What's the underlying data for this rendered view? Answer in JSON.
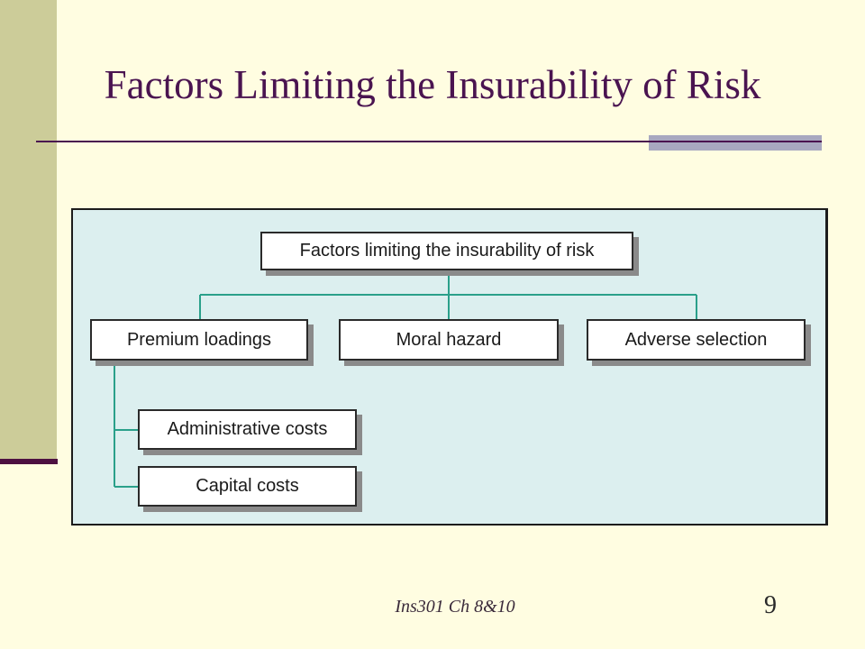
{
  "slide": {
    "title": "Factors Limiting the Insurability of Risk",
    "footer": "Ins301 Ch 8&10",
    "page_number": "9"
  },
  "diagram": {
    "root": "Factors limiting the insurability of risk",
    "children": [
      "Premium loadings",
      "Moral hazard",
      "Adverse selection"
    ],
    "premium_loadings_children": [
      "Administrative costs",
      "Capital costs"
    ]
  },
  "colors": {
    "background": "#fffde1",
    "title": "#4a1450",
    "sidebar": "#cccc99",
    "diagram_bg": "#dcefef",
    "connector": "#2aa08a"
  }
}
